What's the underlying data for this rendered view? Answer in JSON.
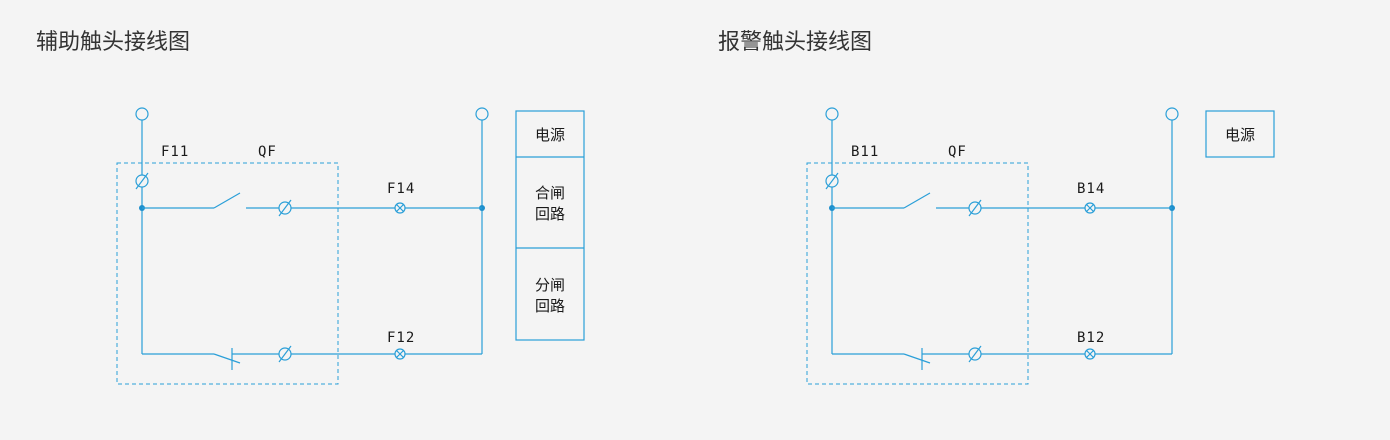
{
  "colors": {
    "wire": "#2a9fd8",
    "background": "#f4f4f4",
    "text": "#333333"
  },
  "aux_diagram": {
    "title": "辅助触头接线图",
    "label_f11": "F11",
    "label_qf": "QF",
    "label_f14": "F14",
    "label_f12": "F12",
    "box_power": [
      "电源"
    ],
    "box_close": [
      "合闸",
      "回路"
    ],
    "box_open": [
      "分闸",
      "回路"
    ]
  },
  "alarm_diagram": {
    "title": "报警触头接线图",
    "label_b11": "B11",
    "label_qf": "QF",
    "label_b14": "B14",
    "label_b12": "B12",
    "box_power": [
      "电源"
    ]
  }
}
